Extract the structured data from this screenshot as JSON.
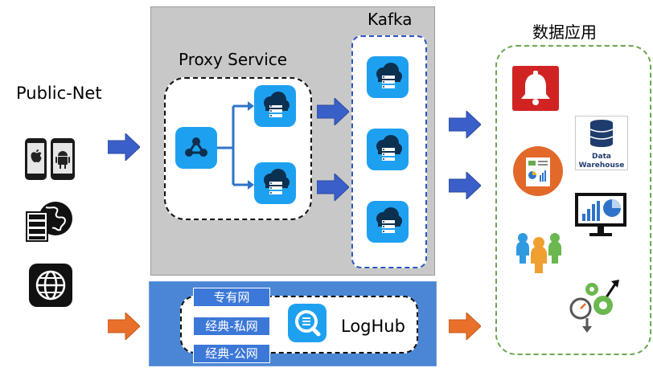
{
  "labels": {
    "public_net": "Public-Net",
    "proxy_service": "Proxy Service",
    "kafka": "Kafka",
    "data_apps": "数据应用",
    "loghub": "LogHub"
  },
  "network_types": [
    "专有网",
    "经典-私网",
    "经典-公网"
  ],
  "data_warehouse": {
    "line1": "Data",
    "line2": "Warehouse"
  },
  "icons": {
    "sources": [
      "apple-phone-icon",
      "android-phone-icon",
      "server-globe-icon",
      "web-globe-icon"
    ],
    "proxy": [
      "hub-icon",
      "cloud-server-icon",
      "cloud-server-icon"
    ],
    "kafka": [
      "cloud-server-icon",
      "cloud-server-icon",
      "cloud-server-icon"
    ],
    "apps": [
      "alarm-bell-icon",
      "report-icon",
      "data-warehouse-icon",
      "monitor-chart-icon",
      "people-icon",
      "gears-speed-icon"
    ]
  },
  "colors": {
    "blue_arrow": "#3b5fc8",
    "orange_arrow": "#e8702a",
    "tile_blue": "#1ea0f0",
    "gray_panel": "#c8c8c8",
    "loghub_band": "#4a86d4",
    "green_border": "#6aa84f"
  }
}
